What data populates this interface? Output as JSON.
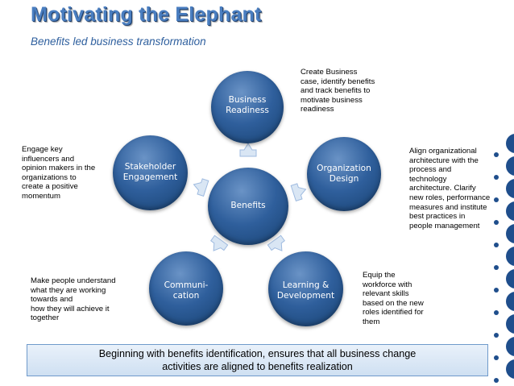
{
  "header": {
    "title": "Motivating the Elephant",
    "subtitle": "Benefits led business transformation"
  },
  "nodes": {
    "business_readiness": [
      "Business",
      "Readiness"
    ],
    "organization_design": [
      "Organization",
      "Design"
    ],
    "learning_development": [
      "Learning &",
      "Development"
    ],
    "communication": [
      "Communi-",
      "cation"
    ],
    "stakeholder_engagement": [
      "Stakeholder",
      "Engagement"
    ],
    "benefits": [
      "Benefits"
    ]
  },
  "notes": {
    "business_readiness": [
      "Create Business",
      "case, identify benefits",
      "and track benefits to",
      "motivate business",
      "readiness"
    ],
    "organization_design": [
      "Align organizational",
      "architecture with the",
      "process and",
      "technology",
      "architecture. Clarify",
      "new roles, performance",
      "measures and institute",
      "best practices in",
      "people management"
    ],
    "learning_development": [
      "Equip the",
      "workforce with",
      "relevant skills",
      "based on the new",
      "roles identified for",
      "them"
    ],
    "communication": [
      "Make people understand",
      "what they are working",
      "towards and",
      "how they will achieve it",
      "together"
    ],
    "stakeholder_engagement": [
      "Engage key",
      "influencers and",
      "opinion makers in the",
      "organizations to",
      "create a positive",
      "momentum"
    ]
  },
  "footer": {
    "lines": [
      "Beginning with benefits identification, ensures that all business change",
      "activities are aligned to benefits realization"
    ]
  },
  "colors": {
    "title": "#4a7ec0",
    "node_fill": "#2f5f9c",
    "arrow": "#d9e6f4",
    "box_border": "#6f9acb"
  }
}
